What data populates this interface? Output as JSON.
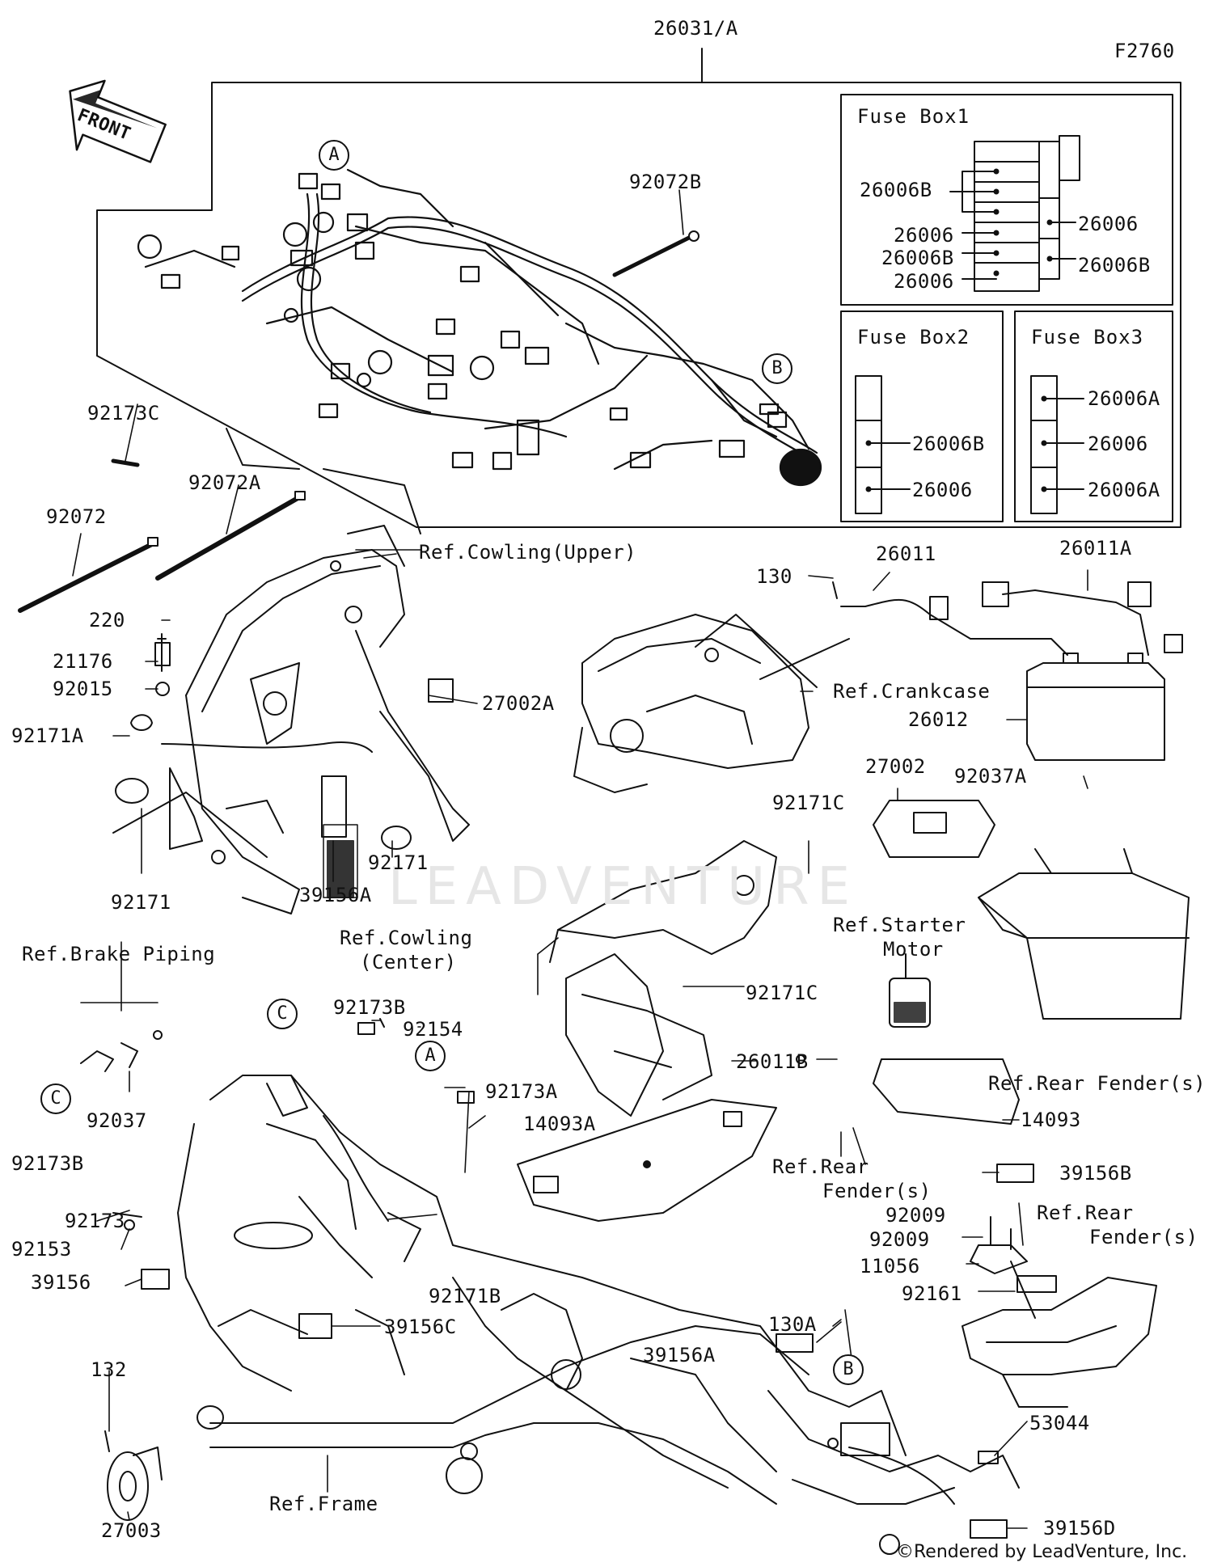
{
  "diagram": {
    "code": "F2760",
    "front_label": "FRONT",
    "watermark": "LEADVENTURE",
    "rendered_by": "©Rendered by LeadVenture, Inc.",
    "fuse_boxes": [
      {
        "title": "Fuse Box1",
        "labels": [
          "26006B",
          "26006",
          "26006B",
          "26006",
          "26006",
          "26006B"
        ]
      },
      {
        "title": "Fuse Box2",
        "labels": [
          "26006B",
          "26006"
        ]
      },
      {
        "title": "Fuse Box3",
        "labels": [
          "26006A",
          "26006",
          "26006A"
        ]
      }
    ],
    "callouts": [
      "A",
      "B",
      "A",
      "B",
      "C",
      "C"
    ],
    "part_labels": [
      "26031/A",
      "92072B",
      "92173C",
      "92072A",
      "92072",
      "220",
      "21176",
      "92015",
      "92171A",
      "92171",
      "92171",
      "39156A",
      "27002A",
      "Ref.Cowling(Upper)",
      "130",
      "26011",
      "26011A",
      "Ref.Crankcase",
      "26012",
      "27002",
      "92037A",
      "92171C",
      "92171C",
      "Ref.Cowling",
      "(Center)",
      "Ref.Starter",
      "Motor",
      "Ref.Brake Piping",
      "92037",
      "92173B",
      "92154",
      "92173A",
      "14093A",
      "26011B",
      "Ref.Rear Fender(s)",
      "14093",
      "Ref.Rear",
      "Fender(s)",
      "92173B",
      "92173",
      "92153",
      "39156",
      "92171B",
      "39156C",
      "39156B",
      "92009",
      "92009",
      "Ref.Rear",
      "Fender(s)",
      "11056",
      "92161",
      "130A",
      "39156A",
      "132",
      "53044",
      "27003",
      "Ref.Frame",
      "39156D"
    ]
  }
}
